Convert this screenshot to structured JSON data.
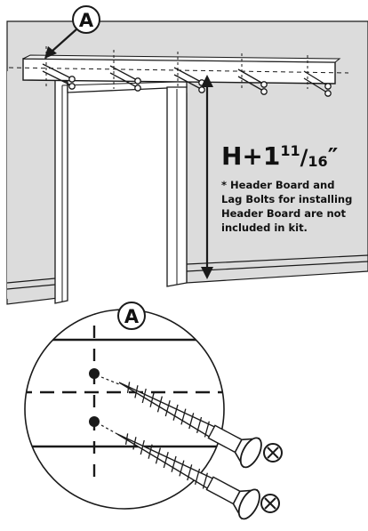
{
  "callout_top": "A",
  "callout_detail": "A",
  "dimension": {
    "main": "H+1",
    "num": "11",
    "slash": "/",
    "den": "16",
    "suffix": "″"
  },
  "note_lines": [
    "* Header Board and",
    "Lag Bolts for installing",
    "Header Board are not",
    "included in kit."
  ],
  "colors": {
    "wall": "#dcdcdc",
    "line": "#1a1a1a",
    "paper": "#ffffff"
  },
  "icons": [
    "lag-bolt-icon",
    "phillips-head-icon"
  ]
}
